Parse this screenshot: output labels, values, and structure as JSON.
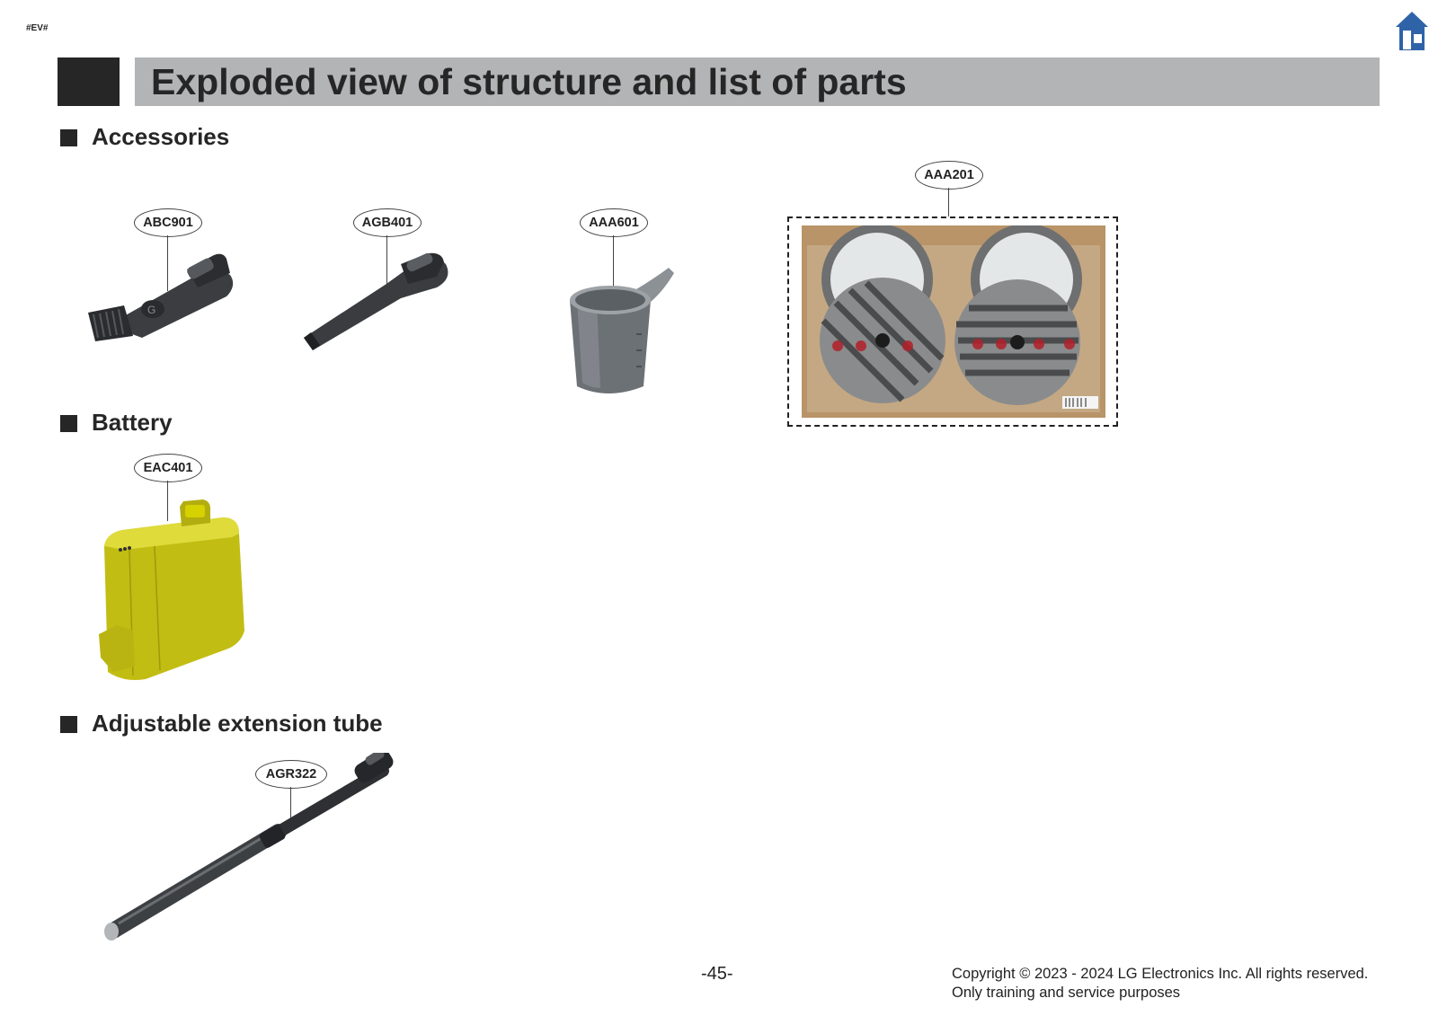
{
  "corner_tag": "#EV#",
  "title": "Exploded view of structure and list of parts",
  "sections": {
    "accessories": "Accessories",
    "battery": "Battery",
    "tube": "Adjustable extension tube"
  },
  "parts": {
    "abc901": "ABC901",
    "agb401": "AGB401",
    "aaa601": "AAA601",
    "aaa201": "AAA201",
    "eac401": "EAC401",
    "agr322": "AGR322"
  },
  "icons": {
    "home": "home-icon"
  },
  "colors": {
    "home_icon": "#2f63a8",
    "title_bar": "#b3b4b6",
    "battery": "#d6d200"
  },
  "footer": {
    "page_number": "-45-",
    "copyright_line1": "Copyright © 2023 - 2024 LG Electronics Inc. All rights reserved.",
    "copyright_line2": "Only training and service purposes"
  }
}
